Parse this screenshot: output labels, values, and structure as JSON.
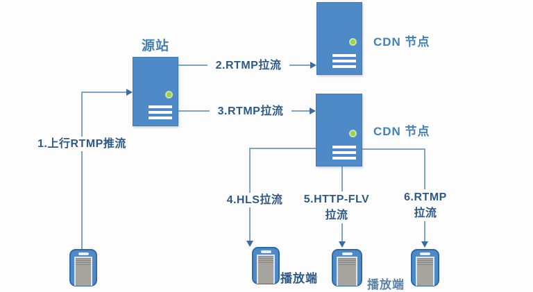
{
  "nodes": {
    "origin": {
      "label": "源站"
    },
    "cdn1": {
      "label": "CDN 节点"
    },
    "cdn2": {
      "label": "CDN 节点"
    }
  },
  "flows": {
    "f1": {
      "label": "1.上行RTMP推流"
    },
    "f2": {
      "label": "2.RTMP拉流"
    },
    "f3": {
      "label": "3.RTMP拉流"
    },
    "f4": {
      "label": "4.HLS拉流"
    },
    "f5": {
      "line1": "5.HTTP-FLV",
      "line2": "拉流"
    },
    "f6": {
      "line1": "6.RTMP",
      "line2": "拉流"
    }
  },
  "clients": {
    "player_label_1": "播放端",
    "player_label_2": "播放端"
  },
  "colors": {
    "server_blue": "#4e89c8",
    "line_blue": "#7ea3c8",
    "arrowhead_blue": "#3a6ba5",
    "flow_label_text": "#2d5986",
    "node_title_text": "#4480b8",
    "led_green": "#9cd14f",
    "phone_screen_gray": "#a7a39d",
    "background": "#fdfdfd"
  }
}
